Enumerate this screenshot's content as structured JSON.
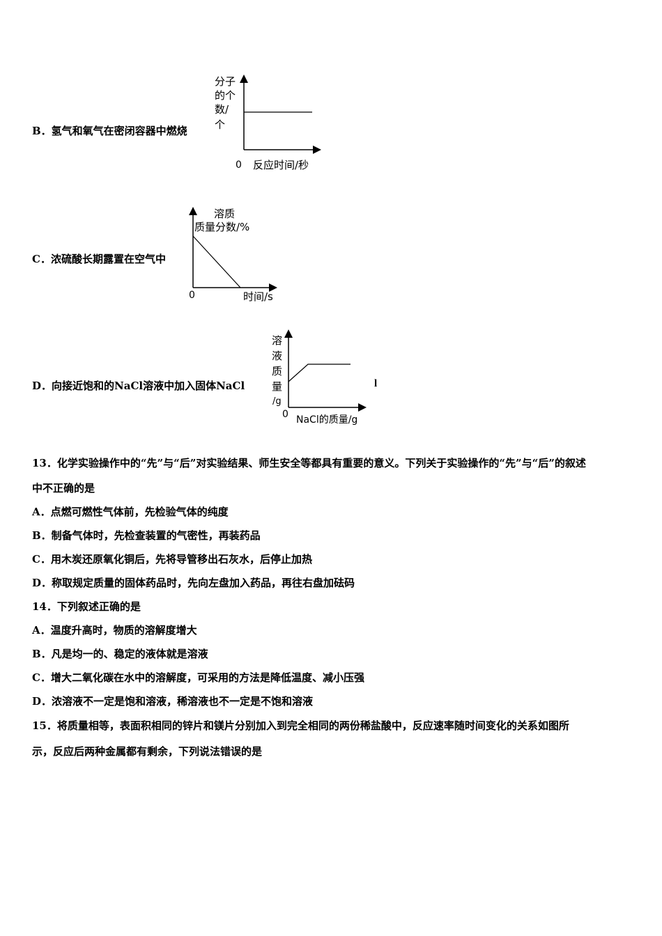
{
  "option_b": {
    "text": "B．氢气和氧气在密闭容器中燃烧",
    "graph": {
      "ylabel_lines": [
        "分子",
        "的个",
        "数/",
        "个"
      ],
      "origin": "0",
      "xlabel": "反应时间/秒",
      "level": "constant"
    }
  },
  "option_c": {
    "text": "C．浓硫酸长期露置在空气中",
    "graph": {
      "ylabel_lines": [
        "溶质",
        "质量分数/%"
      ],
      "origin": "0",
      "xlabel": "时间/s",
      "trend": "linear decrease to zero"
    }
  },
  "option_d": {
    "text": "D．向接近饱和的NaCl溶液中加入固体NaCl",
    "tail": "l",
    "graph": {
      "ylabel_lines": [
        "溶",
        "液",
        "质",
        "量",
        "/g"
      ],
      "origin": "0",
      "xlabel": "NaCl的质量/g",
      "trend": "rises from nonzero then plateaus"
    }
  },
  "q13": {
    "stem_line1": "13．化学实验操作中的“先”与“后”对实验结果、师生安全等都具有重要的意义。下列关于实验操作的“先”与“后”的叙述",
    "stem_line2": "中不正确的是",
    "options": [
      "A．点燃可燃性气体前，先检验气体的纯度",
      "B．制备气体时，先检查装置的气密性，再装药品",
      "C．用木炭还原氧化铜后，先将导管移出石灰水，后停止加热",
      "D．称取规定质量的固体药品时，先向左盘加入药品，再往右盘加砝码"
    ]
  },
  "q14": {
    "stem": "14．下列叙述正确的是",
    "options": [
      "A．温度升高时，物质的溶解度增大",
      "B．凡是均一的、稳定的液体就是溶液",
      "C．增大二氧化碳在水中的溶解度，可采用的方法是降低温度、减小压强",
      "D．浓溶液不一定是饱和溶液，稀溶液也不一定是不饱和溶液"
    ]
  },
  "q15": {
    "stem_line1": "15．将质量相等，表面积相同的锌片和镁片分别加入到完全相同的两份稀盐酸中，反应速率随时间变化的关系如图所",
    "stem_line2": "示，反应后两种金属都有剩余，下列说法错误的是"
  }
}
